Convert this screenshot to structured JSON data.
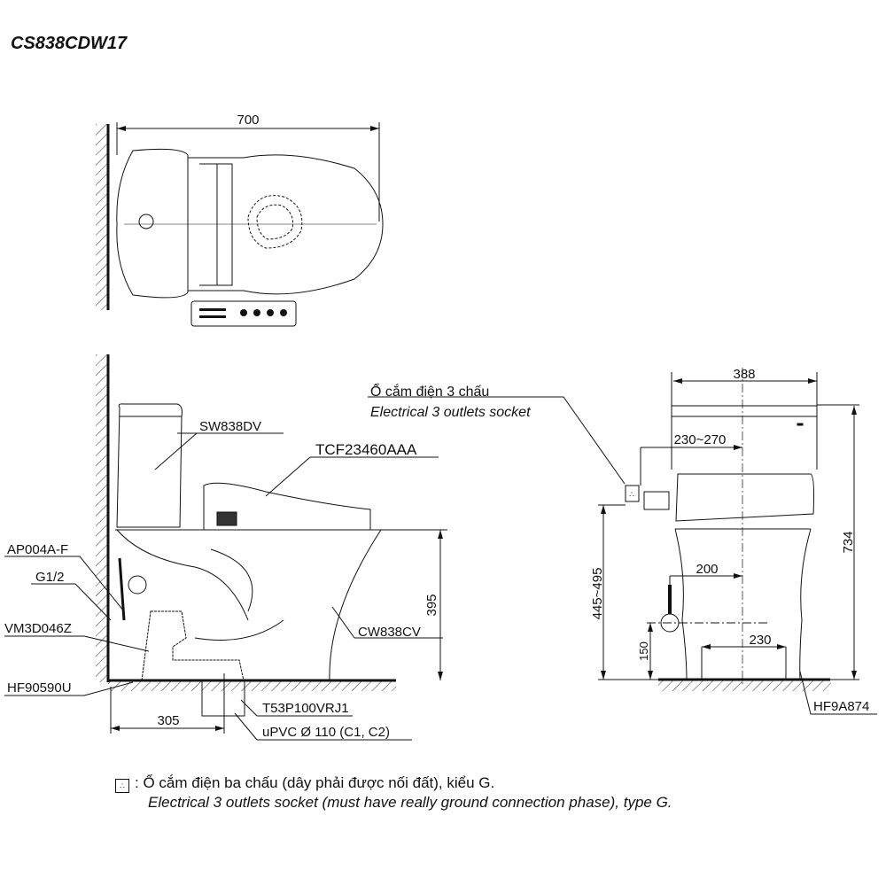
{
  "title": "CS838CDW17",
  "top_view": {
    "width_dim": "700"
  },
  "side_view": {
    "labels": {
      "tank": "SW838DV",
      "seat": "TCF23460AAA",
      "angle_valve": "AP004A-F",
      "thread": "G1/2",
      "hose": "VM3D046Z",
      "flange": "HF90590U",
      "bowl": "CW838CV",
      "drain_adapter": "T53P100VRJ1",
      "pipe": "uPVC Ø 110 (C1, C2)"
    },
    "dims": {
      "height": "395",
      "rough_in": "305"
    }
  },
  "front_view": {
    "socket_label_vi": "Ổ cắm điện 3 chấu",
    "socket_label_en": "Electrical 3 outlets socket",
    "dims": {
      "width": "388",
      "socket_offset": "230~270",
      "total_height": "734",
      "socket_height": "445~495",
      "supply_offset": "200",
      "supply_height": "150",
      "bolt_spacing": "230"
    },
    "bolt_label": "HF9A874"
  },
  "legend": {
    "symbol": "∴",
    "separator": ":",
    "vi": "Ổ cắm điện ba chấu (dây phải được nối đất), kiểu G.",
    "en": "Electrical 3 outlets socket (must have really ground connection phase), type G."
  }
}
